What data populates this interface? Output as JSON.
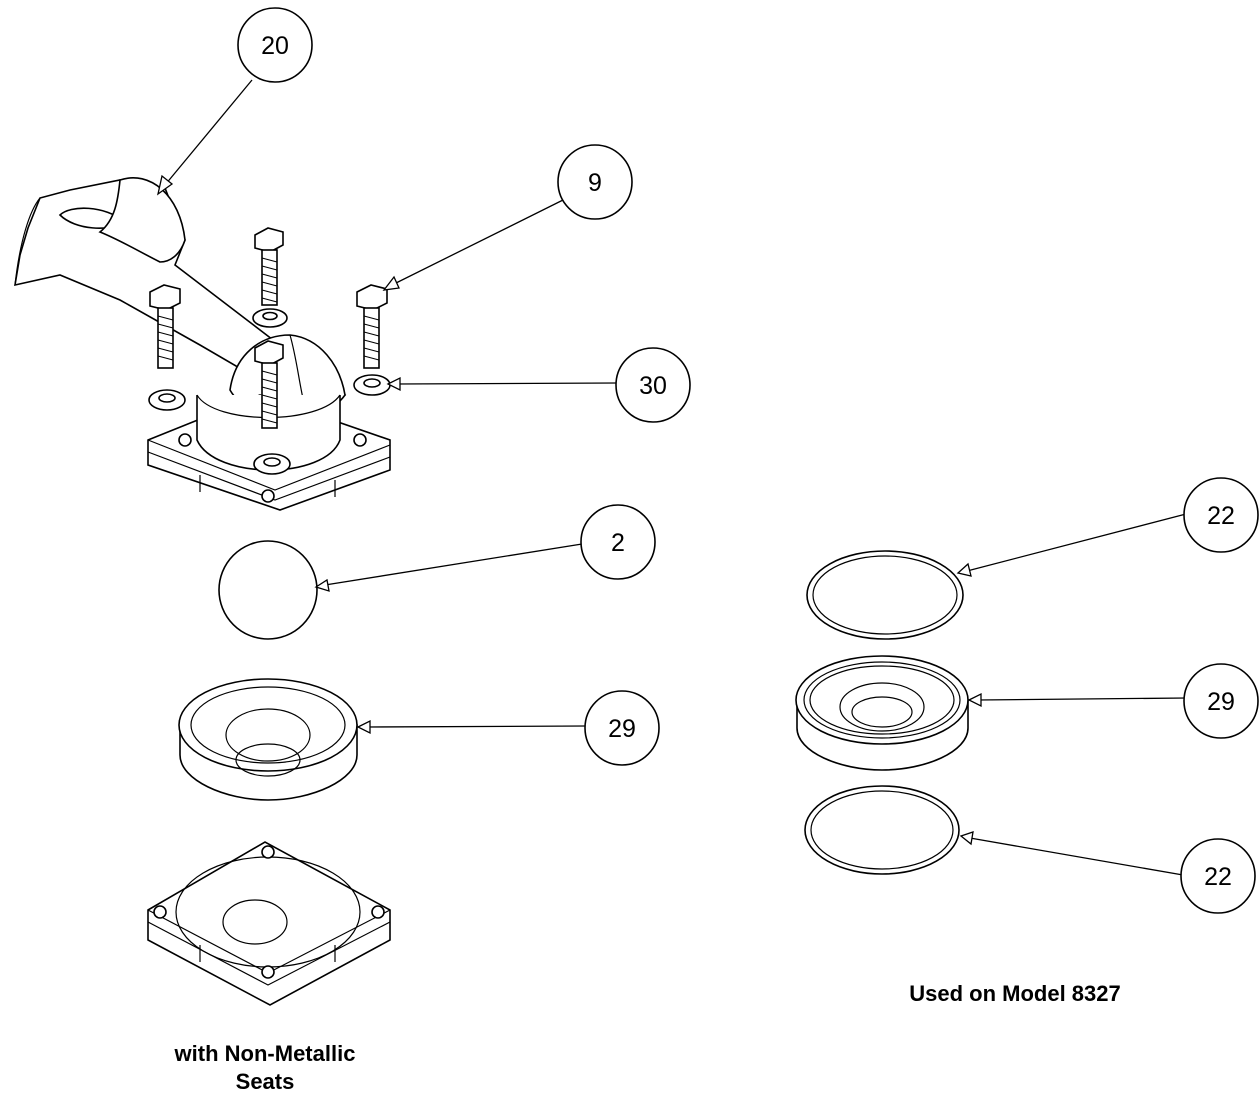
{
  "callouts": {
    "c20": "20",
    "c9": "9",
    "c30": "30",
    "c2": "2",
    "c29_left": "29",
    "c22_top": "22",
    "c29_right": "29",
    "c22_bottom": "22"
  },
  "captions": {
    "left_line1": "with Non-Metallic",
    "left_line2": "Seats",
    "right": "Used on Model 8327"
  },
  "colors": {
    "line": "#000000",
    "background": "#ffffff"
  }
}
